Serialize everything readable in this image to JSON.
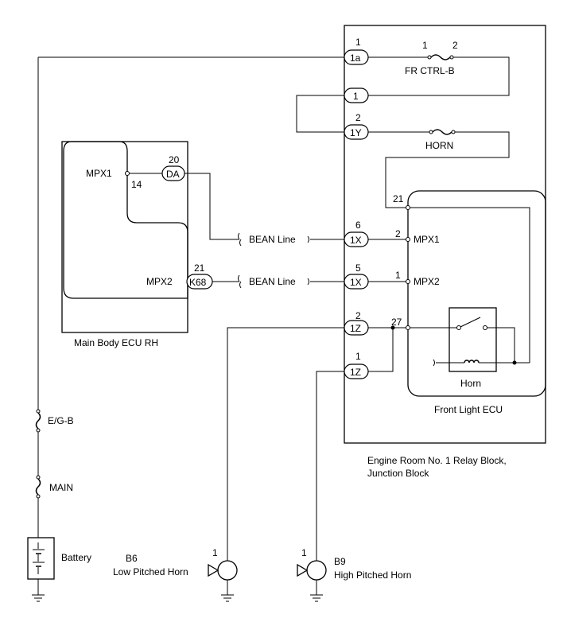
{
  "main_body_ecu": {
    "label": "Main Body ECU RH",
    "mpx1": "MPX1",
    "mpx2": "MPX2",
    "pin_14": "14",
    "pin_20": "20",
    "conn_da": "DA",
    "pin_21": "21",
    "conn_k68": "K68"
  },
  "bean_line_1": "BEAN Line",
  "bean_line_2": "BEAN Line",
  "relay_block": {
    "label_line1": "Engine Room No. 1 Relay Block,",
    "label_line2": "Junction Block",
    "c1a_pin": "1",
    "c1a_label": "1a",
    "c1_label": "1",
    "c1y_pin": "2",
    "c1y_label": "1Y",
    "c1x_a_pin": "6",
    "c1x_a_label": "1X",
    "c1x_b_pin": "5",
    "c1x_b_label": "1X",
    "c1z_a_pin": "2",
    "c1z_a_label": "1Z",
    "c1z_b_pin": "1",
    "c1z_b_label": "1Z",
    "fuse_fr_pin1": "1",
    "fuse_fr_pin2": "2",
    "fuse_fr_label": "FR CTRL-B",
    "fuse_horn_label": "HORN"
  },
  "front_light_ecu": {
    "label": "Front Light ECU",
    "pin_21": "21",
    "pin_2": "2",
    "mpx1": "MPX1",
    "pin_1": "1",
    "mpx2": "MPX2",
    "pin_27": "27",
    "horn_relay_label": "Horn"
  },
  "fuse_eg_b": "E/G-B",
  "fuse_main": "MAIN",
  "battery": "Battery",
  "horn_low": {
    "code": "B6",
    "label": "Low Pitched Horn",
    "pin": "1"
  },
  "horn_high": {
    "code": "B9",
    "label": "High Pitched Horn",
    "pin": "1"
  }
}
